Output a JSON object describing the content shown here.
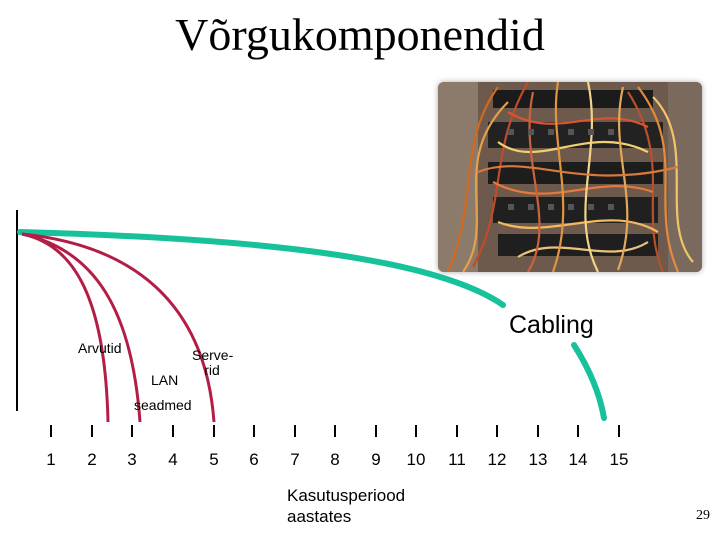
{
  "slide": {
    "title": "Võrgukomponendid",
    "page_number": "29"
  },
  "photo": {
    "alt": "wiring-rack-photo"
  },
  "labels": {
    "arvutid": "Arvutid",
    "lan": "LAN",
    "seadmed": "seadmed",
    "serverid": "Serve-\nrid",
    "cabling": "Cabling"
  },
  "xaxis": {
    "ticks": [
      "1",
      "2",
      "3",
      "4",
      "5",
      "6",
      "7",
      "8",
      "9",
      "10",
      "11",
      "12",
      "13",
      "14",
      "15"
    ],
    "title_line1": "Kasutusperiood",
    "title_line2": "aastates"
  },
  "colors": {
    "computers_curve": "#b41e46",
    "cabling_curve": "#17c29a",
    "axis": "#000000"
  }
}
